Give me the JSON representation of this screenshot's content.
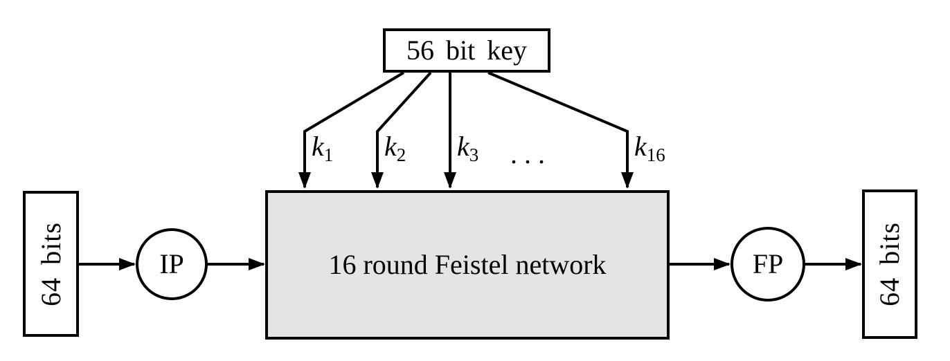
{
  "figure": {
    "background": "#ffffff",
    "stroke_color": "#000000",
    "key_box": {
      "label": "56 bit key"
    },
    "feistel_box": {
      "label": "16 round Feistel network",
      "fill": "#e4e4e4"
    },
    "input_box": {
      "label": "64 bits"
    },
    "output_box": {
      "label": "64 bits"
    },
    "ip_node": {
      "label": "IP"
    },
    "fp_node": {
      "label": "FP"
    },
    "subkeys": [
      {
        "base": "k",
        "sub": "1"
      },
      {
        "base": "k",
        "sub": "2"
      },
      {
        "base": "k",
        "sub": "3"
      },
      {
        "base": "k",
        "sub": "16"
      }
    ],
    "ellipsis": "..."
  }
}
